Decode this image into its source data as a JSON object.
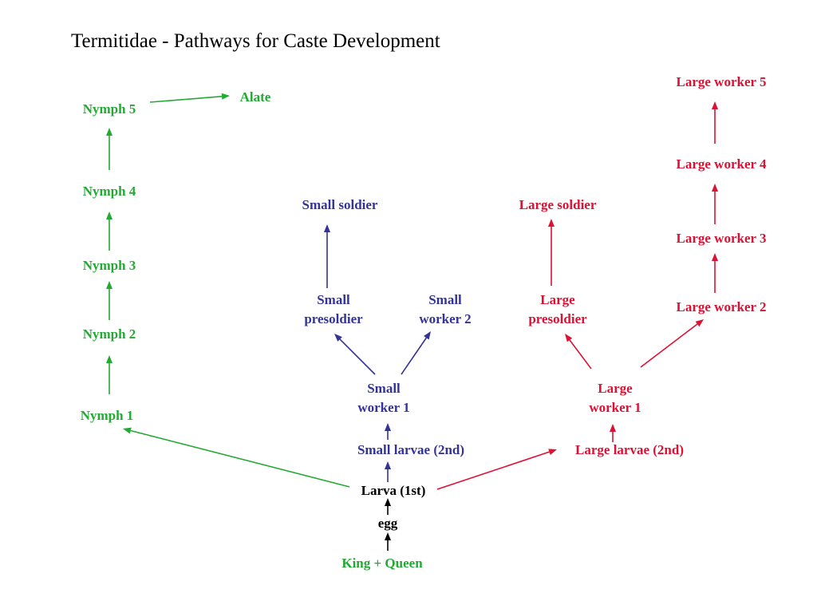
{
  "title": "Termitidae - Pathways for Caste Development",
  "colors": {
    "reproductive": "#22aa33",
    "small_caste": "#333399",
    "large_caste": "#dd1133",
    "origin": "#000000"
  },
  "nodes": {
    "king_queen": [
      "King + Queen"
    ],
    "egg": [
      "egg"
    ],
    "larva_1st": [
      "Larva (1st)"
    ],
    "small_larvae_2nd": [
      "Small larvae (2nd)"
    ],
    "large_larvae_2nd": [
      "Large larvae (2nd)"
    ],
    "small_worker_1": [
      "Small",
      "worker 1"
    ],
    "large_worker_1": [
      "Large",
      "worker 1"
    ],
    "small_presoldier": [
      "Small",
      "presoldier"
    ],
    "small_worker_2": [
      "Small",
      "worker 2"
    ],
    "small_soldier": [
      "Small soldier"
    ],
    "large_presoldier": [
      "Large",
      "presoldier"
    ],
    "large_soldier": [
      "Large soldier"
    ],
    "large_worker_2": [
      "Large worker 2"
    ],
    "large_worker_3": [
      "Large worker 3"
    ],
    "large_worker_4": [
      "Large worker 4"
    ],
    "large_worker_5": [
      "Large worker 5"
    ],
    "nymph_1": [
      "Nymph 1"
    ],
    "nymph_2": [
      "Nymph  2"
    ],
    "nymph_3": [
      "Nymph  3"
    ],
    "nymph_4": [
      "Nymph  4"
    ],
    "nymph_5": [
      "Nymph  5"
    ],
    "alate": [
      "Alate"
    ]
  },
  "edges": [
    {
      "from": "king_queen",
      "to": "egg",
      "color": "#000000"
    },
    {
      "from": "egg",
      "to": "larva_1st",
      "color": "#000000"
    },
    {
      "from": "larva_1st",
      "to": "nymph_1",
      "color": "#22aa33"
    },
    {
      "from": "larva_1st",
      "to": "small_larvae_2nd",
      "color": "#333399"
    },
    {
      "from": "larva_1st",
      "to": "large_larvae_2nd",
      "color": "#dd1133"
    },
    {
      "from": "nymph_1",
      "to": "nymph_2",
      "color": "#22aa33"
    },
    {
      "from": "nymph_2",
      "to": "nymph_3",
      "color": "#22aa33"
    },
    {
      "from": "nymph_3",
      "to": "nymph_4",
      "color": "#22aa33"
    },
    {
      "from": "nymph_4",
      "to": "nymph_5",
      "color": "#22aa33"
    },
    {
      "from": "nymph_5",
      "to": "alate",
      "color": "#22aa33"
    },
    {
      "from": "small_larvae_2nd",
      "to": "small_worker_1",
      "color": "#333399"
    },
    {
      "from": "small_worker_1",
      "to": "small_presoldier",
      "color": "#333399"
    },
    {
      "from": "small_worker_1",
      "to": "small_worker_2",
      "color": "#333399"
    },
    {
      "from": "small_presoldier",
      "to": "small_soldier",
      "color": "#333399"
    },
    {
      "from": "large_larvae_2nd",
      "to": "large_worker_1",
      "color": "#dd1133"
    },
    {
      "from": "large_worker_1",
      "to": "large_presoldier",
      "color": "#dd1133"
    },
    {
      "from": "large_worker_1",
      "to": "large_worker_2",
      "color": "#dd1133"
    },
    {
      "from": "large_presoldier",
      "to": "large_soldier",
      "color": "#dd1133"
    },
    {
      "from": "large_worker_2",
      "to": "large_worker_3",
      "color": "#dd1133"
    },
    {
      "from": "large_worker_3",
      "to": "large_worker_4",
      "color": "#dd1133"
    },
    {
      "from": "large_worker_4",
      "to": "large_worker_5",
      "color": "#dd1133"
    }
  ]
}
